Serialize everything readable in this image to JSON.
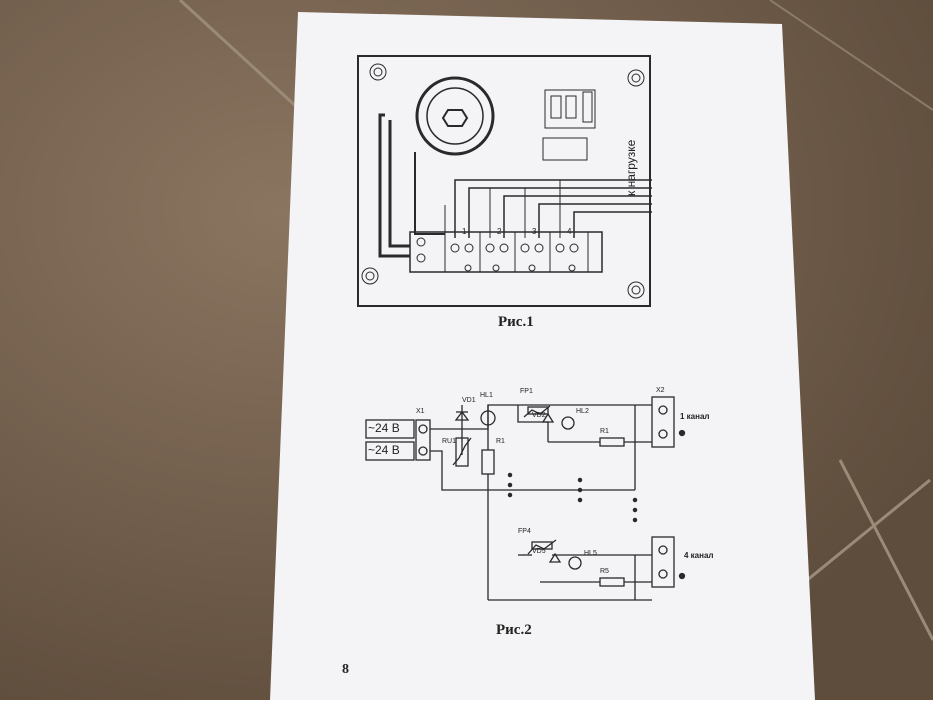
{
  "page": {
    "number": "8"
  },
  "figure1": {
    "caption": "Рис.1",
    "load_label": "к нагрузке",
    "terminal_numbers": [
      "1",
      "2",
      "3",
      "4"
    ]
  },
  "figure2": {
    "caption": "Рис.2",
    "input_label_1": "~24 В",
    "input_label_2": "~24 В",
    "x1": "X1",
    "x2": "X2",
    "vd1": "VD1",
    "hl1": "HL1",
    "ru1": "RU1",
    "r1_left": "R1",
    "fp1": "FP1",
    "vd2": "VD2",
    "hl2": "HL2",
    "r1_right": "R1",
    "channel1": "1 канал",
    "fp4": "FP4",
    "vd5": "VD5",
    "hl5": "HL5",
    "r5": "R5",
    "channel4": "4 канал"
  },
  "colors": {
    "floor": "#6f5c4a",
    "paper": "#f4f3f6",
    "ink": "#2a2a2a"
  }
}
